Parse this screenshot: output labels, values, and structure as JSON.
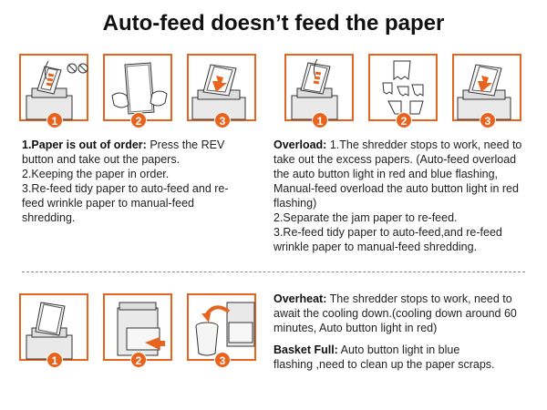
{
  "title": "Auto-feed doesn’t feed the paper",
  "badges": [
    "1",
    "2",
    "3"
  ],
  "section_order": {
    "heading": "1.Paper is out of order:",
    "body_first": " Press the REV button and take out the papers.",
    "line2": "2.Keeping the paper in order.",
    "line3": "3.Re-feed tidy paper to auto-feed and re-feed wrinkle paper to manual-feed shredding."
  },
  "section_overload": {
    "heading": "Overload:",
    "body_first": " 1.The shredder stops to work, need to take out the excess papers. (Auto-feed overload the auto button light in red and blue flashing, Manual-feed overload the auto button light in red flashing)",
    "line2": "2.Separate the jam paper to re-feed.",
    "line3": "3.Re-feed tidy paper to auto-feed,and re-feed wrinkle paper to manual-feed shredding."
  },
  "section_overheat": {
    "heading": "Overheat:",
    "body": " The shredder stops to work, need to await the cooling down.(cooling down around 60 minutes, Auto button light in red)"
  },
  "section_basket": {
    "heading": "Basket Full:",
    "body": " Auto button light in blue flashing ,need to clean up the paper scraps."
  },
  "colors": {
    "accent": "#e8641e",
    "divider": "#888888"
  },
  "icons": [
    "shredder-feed-icon",
    "no-staple-icon",
    "paper-stack-hands-icon",
    "paper-insert-arrow-icon",
    "torn-paper-icon",
    "bin-open-icon",
    "trash-empty-icon"
  ]
}
